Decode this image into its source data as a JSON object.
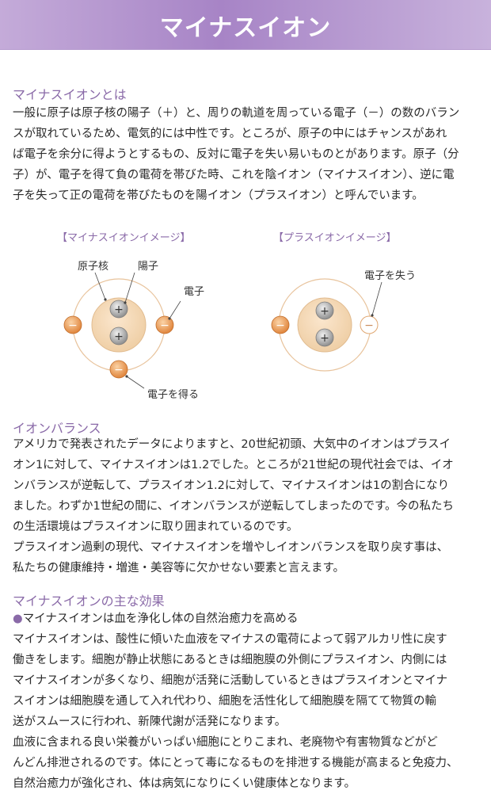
{
  "banner": {
    "title": "マイナスイオン"
  },
  "section1": {
    "heading": "マイナスイオンとは",
    "lines": [
      "一般に原子は原子核の陽子（＋）と、周りの軌道を周っている電子（－）の数のバラン",
      "スが取れているため、電気的には中性です。ところが、原子の中にはチャンスがあれ",
      "ば電子を余分に得ようとするもの、反対に電子を失い易いものとがあります。原子（分",
      "子）が、電子を得て負の電荷を帯びた時、これを陰イオン（マイナスイオン）、逆に電",
      "子を失って正の電荷を帯びたものを陽イオン（プラスイオン）と呼んでいます。"
    ]
  },
  "diagram": {
    "minus_title": "【マイナスイオンイメージ】",
    "plus_title": "【プラスイオンイメージ】",
    "label_nucleus": "原子核",
    "label_proton": "陽子",
    "label_electron": "電子",
    "label_gain": "電子を得る",
    "label_lose": "電子を失う",
    "plus_sign": "+",
    "minus_sign": "−"
  },
  "section2": {
    "heading": "イオンバランス",
    "lines": [
      "アメリカで発表されたデータによりますと、20世紀初頭、大気中のイオンはプラスイ",
      "オン1に対して、マイナスイオンは1.2でした。ところが21世紀の現代社会では、イオ",
      "ンバランスが逆転して、プラスイオン1.2に対して、マイナスイオンは1の割合になり",
      "ました。わずか1世紀の間に、イオンバランスが逆転してしまったのです。今の私たち",
      "の生活環境はプラスイオンに取り囲まれているのです。",
      "プラスイオン過剰の現代、マイナスイオンを増やしイオンバランスを取り戻す事は、",
      "私たちの健康維持・増進・美容等に欠かせない要素と言えます。"
    ]
  },
  "section3": {
    "heading": "マイナスイオンの主な効果",
    "bullet": "●",
    "bullet_text": "マイナスイオンは血を浄化し体の自然治癒力を高める",
    "lines": [
      "マイナスイオンは、酸性に傾いた血液をマイナスの電荷によって弱アルカリ性に戻す",
      "働きをします。細胞が静止状態にあるときは細胞膜の外側にプラスイオン、内側には",
      "マイナスイオンが多くなり、細胞が活発に活動しているときはプラスイオンとマイナ",
      "スイオンは細胞膜を通して入れ代わり、細胞を活性化して細胞膜を隔てて物質の輸",
      "送がスムースに行われ、新陳代謝が活発になります。",
      "血液に含まれる良い栄養がいっぱい細胞にとりこまれ、老廃物や有害物質などがど",
      "んどん排泄されるのです。体にとって毒になるものを排泄する機能が高まると免疫力、",
      "自然治癒力が強化され、体は病気になりにくい健康体となります。"
    ]
  },
  "colors": {
    "accent": "#8a6aa8",
    "electron": "#e8944a",
    "nucleus": "#f5d9b8",
    "proton": "#a9a9a9"
  }
}
